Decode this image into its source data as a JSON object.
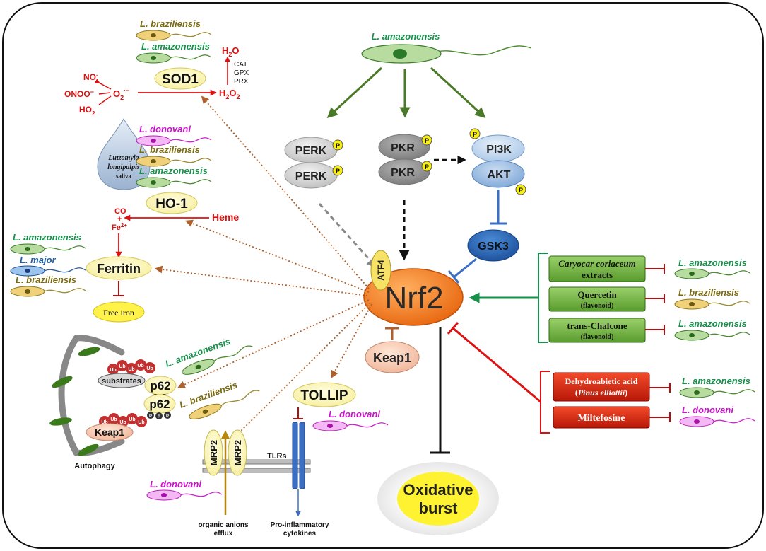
{
  "colors": {
    "olive": "#7a6a10",
    "green": "#16904a",
    "magenta": "#cc11cc",
    "blue": "#1f5fa8",
    "red": "#dd1111",
    "darkred": "#b01010",
    "arrow_green": "#4a7a28",
    "brown_dotted": "#b0602a",
    "nrf2_orange": "#f07820"
  },
  "organisms": {
    "braz": "L. braziliensis",
    "amaz": "L. amazonensis",
    "donov": "L. donovani",
    "major": "L. major"
  },
  "sod": {
    "enzyme": "SOD1",
    "no": "NO",
    "onoo": "ONOO",
    "ho2": "HO",
    "ho2_sub": "2",
    "o2": "O",
    "o2_sub": "2",
    "o2_sup": "·−",
    "h2o": "H",
    "h2o_sub": "2",
    "h2o_tail": "O",
    "h2o2": "H",
    "h2o2_sub1": "2",
    "h2o2_mid": "O",
    "h2o2_sub2": "2",
    "cat": "CAT",
    "gpx": "GPX",
    "prx": "PRX"
  },
  "saliva": {
    "line1": "Lutzomyia",
    "line2": "longipalpis",
    "line3": "saliva"
  },
  "ho1": {
    "enzyme": "HO-1",
    "heme": "Heme",
    "co": "CO",
    "plus": "+",
    "fe": "Fe",
    "fe_sup": "2+"
  },
  "ferritin": {
    "label": "Ferritin",
    "free_iron": "Free iron"
  },
  "autophagy": {
    "label": "Autophagy",
    "substrates": "substrates",
    "p62": "p62",
    "keap1": "Keap1",
    "ub": "Ub",
    "p": "P"
  },
  "kinases": {
    "perk": "PERK",
    "pkr": "PKR",
    "pi3k": "PI3K",
    "akt": "AKT",
    "gsk3": "GSK3",
    "p": "P"
  },
  "core": {
    "nrf2": "Nrf2",
    "atf4": "ATF4",
    "keap1": "Keap1",
    "tollip": "TOLLIP",
    "oxidative_line1": "Oxidative",
    "oxidative_line2": "burst"
  },
  "membrane": {
    "mrp2": "MRP2",
    "tlrs": "TLRs",
    "efflux_line1": "organic anions",
    "efflux_line2": "efflux",
    "cyto_line1": "Pro-inflammatory",
    "cyto_line2": "cytokines"
  },
  "activators": [
    {
      "name": "Caryocar coriaceum",
      "sub": "extracts",
      "organism": "L. amazonensis"
    },
    {
      "name": "Quercetin",
      "sub": "(flavonoid)",
      "organism": "L. braziliensis"
    },
    {
      "name": "trans-Chalcone",
      "sub": "(flavonoid)",
      "organism": "L. amazonensis"
    }
  ],
  "inhibitors": [
    {
      "name": "Dehydroabietic acid",
      "sub": "Pinus elliottii",
      "organism": "L. amazonensis"
    },
    {
      "name": "Miltefosine",
      "organism": "L. donovani"
    }
  ]
}
